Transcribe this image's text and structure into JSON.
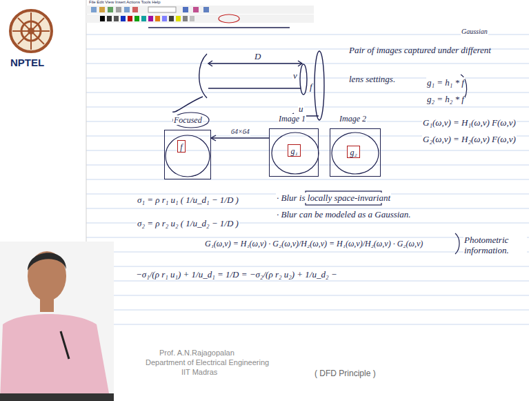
{
  "diagram": {
    "nodes": [
      {
        "text": [
          "Focused"
        ]
      },
      {
        "text": [
          "f"
        ],
        "in": 0
      },
      {
        "text": [
          "Image 1"
        ]
      },
      {
        "text": [
          "g₁"
        ],
        "in": 2
      },
      {
        "text": [
          "Image 2"
        ]
      },
      {
        "text": [
          "g₂"
        ],
        "in": 4
      }
    ],
    "edges": [
      {
        "from": 2,
        "to": 0,
        "arrow": "to",
        "label": "64×64"
      }
    ],
    "labels": [
      "File Edit View Insert Actions Tools Help",
      "NPTEL",
      "Pair of images captured under different lens settings.",
      "D",
      "v",
      "f",
      "u",
      "Gaussian",
      "g₁ = h₁ * f",
      "g₂ = h₂ * f",
      "G₁(ω,v) = H₁(ω,v) F(ω,v)",
      "G₂(ω,v) = H₂(ω,v) F(ω,v)",
      "σ₁ = ρ r₁ u₁ ( 1/u_d₁ − 1/D )",
      "σ₂ = ρ r₂ u₂ ( 1/u_d₂ − 1/D )",
      "· Blur is locally space-invariant",
      "· Blur can be modeled as a Gaussian.",
      "G₁(ω,v) = H₁(ω,v) · G₂(ω,v)/H₂(ω,v) = H₁(ω,v)/H₂(ω,v) · G₂(ω,v)",
      "Photometric information.",
      "−σ₁/(ρ r₁ u₁) + 1/u_d₁ = 1/D = −σ₂/(ρ r₂ u₂) + 1/u_d₂ −",
      "Prof. A.N.Rajagopalan",
      "Department of Electrical Engineering",
      "IIT Madras",
      "( DFD Principle )"
    ]
  }
}
